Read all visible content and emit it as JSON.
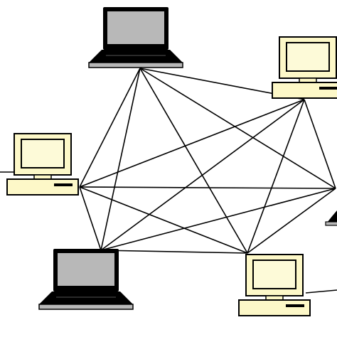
{
  "diagram": {
    "type": "mesh-network",
    "colors": {
      "background": "#ffffff",
      "link": "#000000",
      "desktop_body": "#fdf8c8",
      "desktop_screen": "#fdfad8",
      "laptop_screen": "#b8b8b8",
      "laptop_body": "#000000"
    },
    "nodes": [
      {
        "id": "laptop-top",
        "kind": "laptop",
        "icon": "laptop-icon"
      },
      {
        "id": "desktop-top-right",
        "kind": "desktop",
        "icon": "desktop-computer-icon"
      },
      {
        "id": "desktop-left",
        "kind": "desktop",
        "icon": "desktop-computer-icon"
      },
      {
        "id": "node-right-edge",
        "kind": "partial",
        "icon": "computer-icon"
      },
      {
        "id": "laptop-bottom-left",
        "kind": "laptop",
        "icon": "laptop-icon"
      },
      {
        "id": "desktop-bottom",
        "kind": "desktop",
        "icon": "desktop-computer-icon"
      }
    ],
    "links": [
      [
        "laptop-top",
        "desktop-top-right"
      ],
      [
        "laptop-top",
        "desktop-left"
      ],
      [
        "laptop-top",
        "node-right-edge"
      ],
      [
        "laptop-top",
        "laptop-bottom-left"
      ],
      [
        "laptop-top",
        "desktop-bottom"
      ],
      [
        "desktop-top-right",
        "desktop-left"
      ],
      [
        "desktop-top-right",
        "node-right-edge"
      ],
      [
        "desktop-top-right",
        "laptop-bottom-left"
      ],
      [
        "desktop-top-right",
        "desktop-bottom"
      ],
      [
        "desktop-left",
        "node-right-edge"
      ],
      [
        "desktop-left",
        "laptop-bottom-left"
      ],
      [
        "desktop-left",
        "desktop-bottom"
      ],
      [
        "node-right-edge",
        "laptop-bottom-left"
      ],
      [
        "node-right-edge",
        "desktop-bottom"
      ],
      [
        "laptop-bottom-left",
        "desktop-bottom"
      ]
    ]
  }
}
